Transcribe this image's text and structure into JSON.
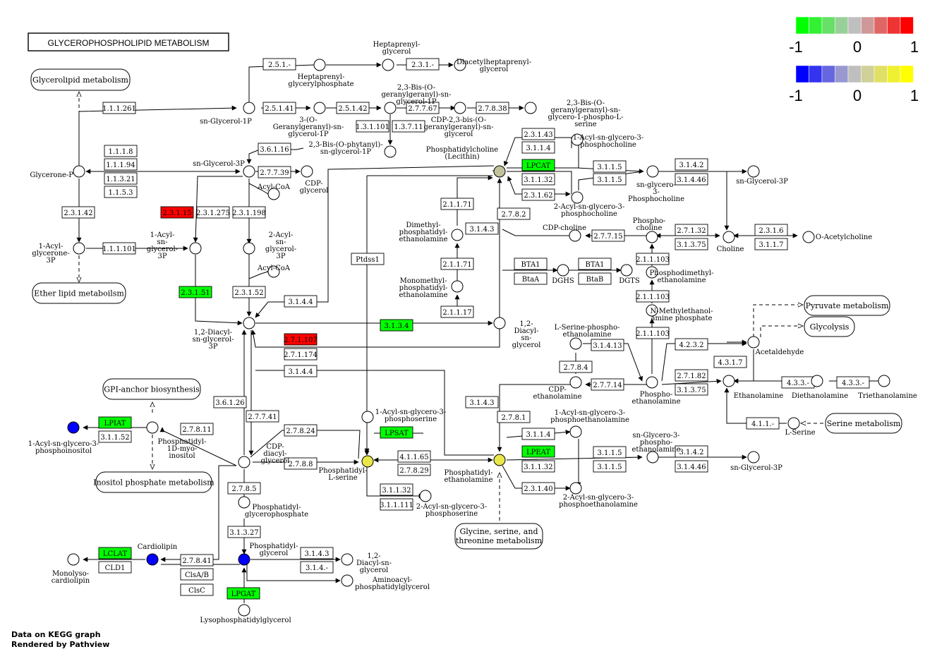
{
  "title": "GLYCEROPHOSPHOLIPID METABOLISM",
  "footer": {
    "line1": "Data on KEGG graph",
    "line2": "Rendered by Pathview"
  },
  "colors": {
    "red": "#ff0000",
    "green": "#00ff00",
    "blue": "#0000ff",
    "yellow": "#e8e84a",
    "olive": "#c2c29a",
    "white": "#ffffff"
  },
  "legend": [
    {
      "colors": [
        "#00ff00",
        "#33f033",
        "#66e066",
        "#99d099",
        "#bfbfbf",
        "#d09999",
        "#e06666",
        "#f03333",
        "#ff0000"
      ],
      "ticks": [
        "-1",
        "0",
        "1"
      ]
    },
    {
      "colors": [
        "#0000ff",
        "#3333f0",
        "#6666e0",
        "#9999d0",
        "#bfbfbf",
        "#d0d099",
        "#e0e066",
        "#f0f033",
        "#ffff00"
      ],
      "ticks": [
        "-1",
        "0",
        "1"
      ]
    }
  ],
  "maps": [
    {
      "id": "m1",
      "label": "Glycerolipid metabolism"
    },
    {
      "id": "m2",
      "label": "Ether lipid metaboilsm"
    },
    {
      "id": "m3",
      "label": "GPI-anchor biosynthesis"
    },
    {
      "id": "m4",
      "label": "Inositol phosphate metabolism"
    },
    {
      "id": "m5",
      "label": "Glycine, serine, and threonine metabolism"
    },
    {
      "id": "m6",
      "label": "Pyruvate metabolism"
    },
    {
      "id": "m7",
      "label": "Glycolysis"
    },
    {
      "id": "m8",
      "label": "Serine metabolism"
    }
  ],
  "compounds": [
    {
      "id": "c_glycerone_p",
      "label": "Glycerone-P",
      "fill": "white"
    },
    {
      "id": "c_snglycerol1p",
      "label": "sn-Glycerol-1P",
      "fill": "white"
    },
    {
      "id": "c_heptaprenylglycerylp",
      "label": "Heptaprenyl-glycerylphosphate",
      "fill": "white"
    },
    {
      "id": "c_heptaprenylglycerol",
      "label": "Heptaprenyl-glycerol",
      "fill": "white"
    },
    {
      "id": "c_diacylheptaprenyl",
      "label": "Diacetylheptaprenyl-glycerol",
      "fill": "white"
    },
    {
      "id": "c_3ogg",
      "label": "3-(O-Geranylgeranyl)-sn-glycerol-1P",
      "fill": "white"
    },
    {
      "id": "c_23bisgg",
      "label": "2,3-Bis-(O-geranylgeranyl)-sn-glycerol-1P",
      "fill": "white"
    },
    {
      "id": "c_cdp23bis",
      "label": "CDP-2,3-bis-(O-geranylgeranyl)-sn-glycerol",
      "fill": "white"
    },
    {
      "id": "c_23bisggser",
      "label": "2,3-Bis-(O-geranylgeranyl)-sn-glycero-1-phospho-L-serine",
      "fill": "white"
    },
    {
      "id": "c_23bisphyt",
      "label": "2,3-Bis-(O-phytanyl)-sn-glycerol-1P",
      "fill": "white"
    },
    {
      "id": "c_snglycerol3p",
      "label": "sn-Glycerol-3P",
      "fill": "white"
    },
    {
      "id": "c_cdpglycerol",
      "label": "CDP-glycerol",
      "fill": "white"
    },
    {
      "id": "c_acylcoa1",
      "label": "Acyl-CoA",
      "fill": "white"
    },
    {
      "id": "c_acylglycerone3p",
      "label": "1-Acyl-glycerone-3P",
      "fill": "white"
    },
    {
      "id": "c_1acylsn3p",
      "label": "1-Acyl-sn-glycerol-3P",
      "fill": "white"
    },
    {
      "id": "c_2acylsn3p",
      "label": "2-Acyl-sn-glycerol-3P",
      "fill": "white"
    },
    {
      "id": "c_acylcoa2",
      "label": "Acyl-CoA",
      "fill": "white"
    },
    {
      "id": "c_12diacyl3p",
      "label": "1,2-Diacyl-sn-glycerol-3P",
      "fill": "white"
    },
    {
      "id": "c_pc",
      "label": "Phosphatidylcholine (Lecithin)",
      "fill": "olive"
    },
    {
      "id": "c_1acylpc",
      "label": "1-Acyl-sn-glycero-3-phosphocholine",
      "fill": "white"
    },
    {
      "id": "c_2acylpc",
      "label": "2-Acyl-sn-glycero-3-phosphocholine",
      "fill": "white"
    },
    {
      "id": "c_gpc",
      "label": "sn-glycero-3-Phosphocholine",
      "fill": "white"
    },
    {
      "id": "c_snglycerol3p_2",
      "label": "sn-Glycerol-3P",
      "fill": "white"
    },
    {
      "id": "c_dmpe",
      "label": "Dimethyl-phosphatidyl-ethanolamine",
      "fill": "white"
    },
    {
      "id": "c_mmpe",
      "label": "Monomethyl-phosphatidyl-ethanolamine",
      "fill": "white"
    },
    {
      "id": "c_cdpcholine",
      "label": "CDP-choline",
      "fill": "white"
    },
    {
      "id": "c_phosphocholine",
      "label": "Phospho-choline",
      "fill": "white"
    },
    {
      "id": "c_choline",
      "label": "Choline",
      "fill": "white"
    },
    {
      "id": "c_oacetylcholine",
      "label": "O-Acetylcholine",
      "fill": "white"
    },
    {
      "id": "c_dghs",
      "label": "DGHS",
      "fill": "white"
    },
    {
      "id": "c_dgts",
      "label": "DGTS",
      "fill": "white"
    },
    {
      "id": "c_pdme",
      "label": "Phosphodimethyl-ethanolamine",
      "fill": "white"
    },
    {
      "id": "c_nmep",
      "label": "N-Methylethanol-amine phosphate",
      "fill": "white"
    },
    {
      "id": "c_12diacylgly",
      "label": "1,2-Diacyl-sn-glycerol",
      "fill": "white"
    },
    {
      "id": "c_lserpe",
      "label": "L-Serine-phospho-ethanolamine",
      "fill": "white"
    },
    {
      "id": "c_cdpetn",
      "label": "CDP-ethanolamine",
      "fill": "white"
    },
    {
      "id": "c_phosphoetn",
      "label": "Phospho-ethanolamine",
      "fill": "white"
    },
    {
      "id": "c_acetaldehyde",
      "label": "Acetaldehyde",
      "fill": "white"
    },
    {
      "id": "c_ethanolamine",
      "label": "Ethanolamine",
      "fill": "white"
    },
    {
      "id": "c_diethanolamine",
      "label": "Diethanolamine",
      "fill": "white"
    },
    {
      "id": "c_triethanolamine",
      "label": "Triethanolamine",
      "fill": "white"
    },
    {
      "id": "c_lserine",
      "label": "L-Serine",
      "fill": "white"
    },
    {
      "id": "c_1acylpe",
      "label": "1-Acyl-sn-glycero-3-phosphoethanolamine",
      "fill": "white"
    },
    {
      "id": "c_gpe",
      "label": "sn-Glycero-3-phospho-ethanolamine",
      "fill": "white"
    },
    {
      "id": "c_snglycerol3p_3",
      "label": "sn-Glycerol-3P",
      "fill": "white"
    },
    {
      "id": "c_pe",
      "label": "Phosphatidyl-ethanolamine",
      "fill": "yellow"
    },
    {
      "id": "c_2acylpe",
      "label": "2-Acyl-sn-glycero-3-phosphoethanolamine",
      "fill": "white"
    },
    {
      "id": "c_ps",
      "label": "Phosphatidyl-L-serine",
      "fill": "yellow"
    },
    {
      "id": "c_1acylps",
      "label": "1-Acyl-sn-glycero-3-phosphoserine",
      "fill": "white"
    },
    {
      "id": "c_2acylps",
      "label": "2-Acyl-sn-glycero-3-phosphoserine",
      "fill": "white"
    },
    {
      "id": "c_cdpdag",
      "label": "CDP-diacyl-glycerol",
      "fill": "white"
    },
    {
      "id": "c_pi",
      "label": "Phosphatidyl-1D-myo-inositol",
      "fill": "white"
    },
    {
      "id": "c_1acylpi",
      "label": "1-Acyl-sn-glycero-3-phosphoinositol",
      "fill": "blue"
    },
    {
      "id": "c_pgp",
      "label": "Phosphatidyl-glycerophosphate",
      "fill": "white"
    },
    {
      "id": "c_pg",
      "label": "Phosphatidyl-glycerol",
      "fill": "blue"
    },
    {
      "id": "c_cardiolipin",
      "label": "Cardiolipin",
      "fill": "blue"
    },
    {
      "id": "c_monolysocl",
      "label": "Monolyso-cardiolipin",
      "fill": "white"
    },
    {
      "id": "c_12diacylgly_2",
      "label": "1,2-Diacyl-sn-glycerol",
      "fill": "white"
    },
    {
      "id": "c_aminoacylpg",
      "label": "Aminoacyl-phosphatidylglycerol",
      "fill": "white"
    },
    {
      "id": "c_lysopg",
      "label": "Lysophosphatidylglycerol",
      "fill": "white"
    }
  ],
  "enzymes": [
    {
      "id": "e1",
      "label": "1.1.1.261",
      "fill": "white"
    },
    {
      "id": "e2",
      "label": "2.5.1.-",
      "fill": "white"
    },
    {
      "id": "e3",
      "label": "2.3.1.-",
      "fill": "white"
    },
    {
      "id": "e4",
      "label": "2.5.1.41",
      "fill": "white"
    },
    {
      "id": "e5",
      "label": "2.5.1.42",
      "fill": "white"
    },
    {
      "id": "e6",
      "label": "2.7.7.67",
      "fill": "white"
    },
    {
      "id": "e7",
      "label": "2.7.8.38",
      "fill": "white"
    },
    {
      "id": "e8",
      "label": "1.3.1.101",
      "fill": "white"
    },
    {
      "id": "e9",
      "label": "1.3.7.11",
      "fill": "white"
    },
    {
      "id": "e10",
      "label": "1.1.1.8",
      "fill": "white"
    },
    {
      "id": "e11",
      "label": "1.1.1.94",
      "fill": "white"
    },
    {
      "id": "e12",
      "label": "1.1.3.21",
      "fill": "white"
    },
    {
      "id": "e13",
      "label": "1.1.5.3",
      "fill": "white"
    },
    {
      "id": "e14",
      "label": "3.6.1.16",
      "fill": "white"
    },
    {
      "id": "e15",
      "label": "2.7.7.39",
      "fill": "white"
    },
    {
      "id": "e16",
      "label": "2.3.1.42",
      "fill": "white"
    },
    {
      "id": "e17",
      "label": "2.3.1.15",
      "fill": "red"
    },
    {
      "id": "e18",
      "label": "2.3.1.275",
      "fill": "white"
    },
    {
      "id": "e19",
      "label": "2.3.1.198",
      "fill": "white"
    },
    {
      "id": "e20",
      "label": "1.1.1.101",
      "fill": "white"
    },
    {
      "id": "e21",
      "label": "2.3.1.51",
      "fill": "green"
    },
    {
      "id": "e22",
      "label": "2.3.1.52",
      "fill": "white"
    },
    {
      "id": "e23",
      "label": "3.1.4.4",
      "fill": "white"
    },
    {
      "id": "e24",
      "label": "Ptdss1",
      "fill": "white"
    },
    {
      "id": "e25",
      "label": "2.3.1.43",
      "fill": "white"
    },
    {
      "id": "e26",
      "label": "3.1.1.4",
      "fill": "white"
    },
    {
      "id": "e27",
      "label": "LPCAT",
      "fill": "green"
    },
    {
      "id": "e28",
      "label": "3.1.1.32",
      "fill": "white"
    },
    {
      "id": "e29",
      "label": "2.3.1.62",
      "fill": "white"
    },
    {
      "id": "e30",
      "label": "2.7.8.2",
      "fill": "white"
    },
    {
      "id": "e31",
      "label": "3.1.1.5",
      "fill": "white"
    },
    {
      "id": "e32",
      "label": "3.1.1.5",
      "fill": "white"
    },
    {
      "id": "e33",
      "label": "3.1.4.2",
      "fill": "white"
    },
    {
      "id": "e34",
      "label": "3.1.4.46",
      "fill": "white"
    },
    {
      "id": "e35",
      "label": "2.1.1.71",
      "fill": "white"
    },
    {
      "id": "e36",
      "label": "3.1.4.3",
      "fill": "white"
    },
    {
      "id": "e37",
      "label": "2.1.1.71",
      "fill": "white"
    },
    {
      "id": "e38",
      "label": "2.1.1.17",
      "fill": "white"
    },
    {
      "id": "e39",
      "label": "2.7.7.15",
      "fill": "white"
    },
    {
      "id": "e40",
      "label": "2.7.1.32",
      "fill": "white"
    },
    {
      "id": "e41",
      "label": "3.1.3.75",
      "fill": "white"
    },
    {
      "id": "e42",
      "label": "2.3.1.6",
      "fill": "white"
    },
    {
      "id": "e43",
      "label": "3.1.1.7",
      "fill": "white"
    },
    {
      "id": "e44",
      "label": "BTA1",
      "fill": "white"
    },
    {
      "id": "e45",
      "label": "BtaA",
      "fill": "white"
    },
    {
      "id": "e46",
      "label": "BTA1",
      "fill": "white"
    },
    {
      "id": "e47",
      "label": "BtaB",
      "fill": "white"
    },
    {
      "id": "e48",
      "label": "2.1.1.103",
      "fill": "white"
    },
    {
      "id": "e49",
      "label": "2.1.1.103",
      "fill": "white"
    },
    {
      "id": "e50",
      "label": "2.1.1.103",
      "fill": "white"
    },
    {
      "id": "e51",
      "label": "3.1.3.4",
      "fill": "green"
    },
    {
      "id": "e52",
      "label": "2.7.1.107",
      "fill": "red"
    },
    {
      "id": "e53",
      "label": "2.7.1.174",
      "fill": "white"
    },
    {
      "id": "e54",
      "label": "3.1.4.4",
      "fill": "white"
    },
    {
      "id": "e55",
      "label": "3.1.4.13",
      "fill": "white"
    },
    {
      "id": "e56",
      "label": "2.7.8.4",
      "fill": "white"
    },
    {
      "id": "e57",
      "label": "2.7.7.14",
      "fill": "white"
    },
    {
      "id": "e58",
      "label": "4.2.3.2",
      "fill": "white"
    },
    {
      "id": "e59",
      "label": "4.3.1.7",
      "fill": "white"
    },
    {
      "id": "e60",
      "label": "2.7.1.82",
      "fill": "white"
    },
    {
      "id": "e61",
      "label": "3.1.3.75",
      "fill": "white"
    },
    {
      "id": "e62",
      "label": "4.3.3.-",
      "fill": "white"
    },
    {
      "id": "e63",
      "label": "4.3.3.-",
      "fill": "white"
    },
    {
      "id": "e64",
      "label": "4.1.1.-",
      "fill": "white"
    },
    {
      "id": "e65",
      "label": "3.1.4.3",
      "fill": "white"
    },
    {
      "id": "e66",
      "label": "2.7.8.1",
      "fill": "white"
    },
    {
      "id": "e67",
      "label": "3.1.1.4",
      "fill": "white"
    },
    {
      "id": "e68",
      "label": "LPEAT",
      "fill": "green"
    },
    {
      "id": "e69",
      "label": "3.1.1.32",
      "fill": "white"
    },
    {
      "id": "e70",
      "label": "2.3.1.40",
      "fill": "white"
    },
    {
      "id": "e71",
      "label": "3.1.1.5",
      "fill": "white"
    },
    {
      "id": "e72",
      "label": "3.1.1.5",
      "fill": "white"
    },
    {
      "id": "e73",
      "label": "3.1.4.2",
      "fill": "white"
    },
    {
      "id": "e74",
      "label": "3.1.4.46",
      "fill": "white"
    },
    {
      "id": "e75",
      "label": "LPSAT",
      "fill": "green"
    },
    {
      "id": "e76",
      "label": "4.1.1.65",
      "fill": "white"
    },
    {
      "id": "e77",
      "label": "2.7.8.29",
      "fill": "white"
    },
    {
      "id": "e78",
      "label": "3.1.1.32",
      "fill": "white"
    },
    {
      "id": "e79",
      "label": "3.1.1.111",
      "fill": "white"
    },
    {
      "id": "e80",
      "label": "3.6.1.26",
      "fill": "white"
    },
    {
      "id": "e81",
      "label": "2.7.7.41",
      "fill": "white"
    },
    {
      "id": "e82",
      "label": "2.7.8.24",
      "fill": "white"
    },
    {
      "id": "e83",
      "label": "2.7.8.8",
      "fill": "white"
    },
    {
      "id": "e84",
      "label": "LPIAT",
      "fill": "green"
    },
    {
      "id": "e85",
      "label": "3.1.1.52",
      "fill": "white"
    },
    {
      "id": "e86",
      "label": "2.7.8.11",
      "fill": "white"
    },
    {
      "id": "e87",
      "label": "2.7.8.5",
      "fill": "white"
    },
    {
      "id": "e88",
      "label": "3.1.3.27",
      "fill": "white"
    },
    {
      "id": "e89",
      "label": "LCLAT",
      "fill": "green"
    },
    {
      "id": "e90",
      "label": "CLD1",
      "fill": "white"
    },
    {
      "id": "e91",
      "label": "2.7.8.41",
      "fill": "white"
    },
    {
      "id": "e92",
      "label": "ClsA/B",
      "fill": "white"
    },
    {
      "id": "e93",
      "label": "ClsC",
      "fill": "white"
    },
    {
      "id": "e94",
      "label": "3.1.4.3",
      "fill": "white"
    },
    {
      "id": "e95",
      "label": "3.1.4.-",
      "fill": "white"
    },
    {
      "id": "e96",
      "label": "LPGAT",
      "fill": "green"
    }
  ]
}
